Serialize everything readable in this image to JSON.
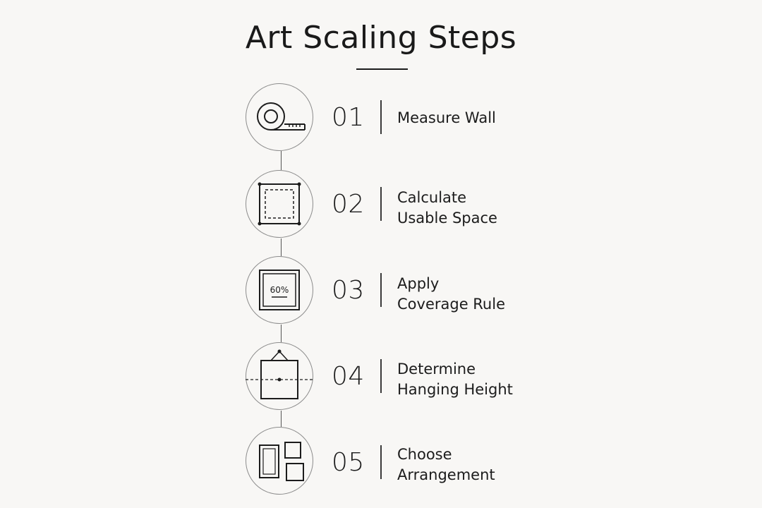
{
  "title": "Art Scaling Steps",
  "steps": [
    {
      "number": "01",
      "label_lines": [
        "Measure Wall"
      ],
      "icon": "tape-measure-icon"
    },
    {
      "number": "02",
      "label_lines": [
        "Calculate",
        "Usable Space"
      ],
      "icon": "usable-space-frame-icon"
    },
    {
      "number": "03",
      "label_lines": [
        "Apply",
        "Coverage Rule"
      ],
      "icon": "coverage-frame-icon",
      "icon_text": "60%"
    },
    {
      "number": "04",
      "label_lines": [
        "Determine",
        "Hanging Height"
      ],
      "icon": "hanging-frame-icon"
    },
    {
      "number": "05",
      "label_lines": [
        "Choose",
        "Arrangement"
      ],
      "icon": "arrangement-frames-icon"
    }
  ],
  "colors": {
    "background": "#f8f7f5",
    "ink": "#1c1c1c",
    "circle_outline": "#8c8c8c"
  }
}
